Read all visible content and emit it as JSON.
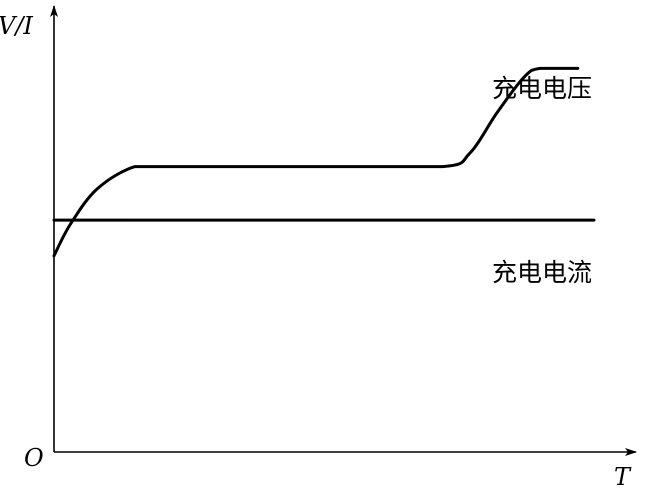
{
  "chart_data": {
    "type": "line",
    "xlabel": "T",
    "ylabel": "V/I",
    "origin_label": "O",
    "xlim": [
      0,
      100
    ],
    "ylim": [
      0,
      100
    ],
    "grid": false,
    "legend": "none",
    "series": [
      {
        "name": "充电电压",
        "x": [
          0,
          3,
          8,
          15,
          22,
          50,
          72,
          77,
          82,
          87,
          90,
          97
        ],
        "y": [
          44,
          51,
          59,
          64,
          64,
          64,
          64,
          67,
          76,
          84,
          86,
          86
        ]
      },
      {
        "name": "充电电流",
        "x": [
          0,
          100
        ],
        "y": [
          52,
          52
        ]
      }
    ]
  }
}
